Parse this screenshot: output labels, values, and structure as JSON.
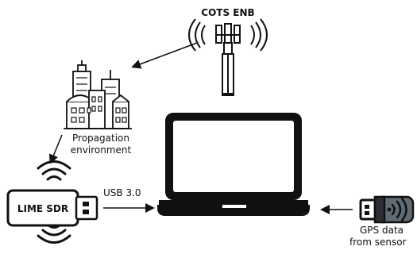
{
  "nodes": {
    "enb": {
      "label": "COTS ENB"
    },
    "city": {
      "label_line1": "Propagation",
      "label_line2": "environment"
    },
    "sdr": {
      "label": "LIME SDR"
    },
    "laptop": {},
    "gps": {
      "label_line1": "GPS data",
      "label_line2": "from sensor"
    }
  },
  "edges": {
    "enb_to_city": {
      "label": ""
    },
    "city_to_sdr": {
      "label": ""
    },
    "sdr_to_laptop": {
      "label": "USB 3.0"
    },
    "gps_to_laptop": {
      "label": ""
    }
  },
  "colors": {
    "ink": "#111111",
    "gps_body": "#5f6b75",
    "gps_cap": "#2b2f33",
    "laptop_screen": "#ffffff"
  },
  "icons": {
    "enb": "cell-tower-icon",
    "city": "city-buildings-icon",
    "sdr": "usb-dongle-icon",
    "laptop": "laptop-icon",
    "gps": "usb-gps-dongle-icon"
  }
}
